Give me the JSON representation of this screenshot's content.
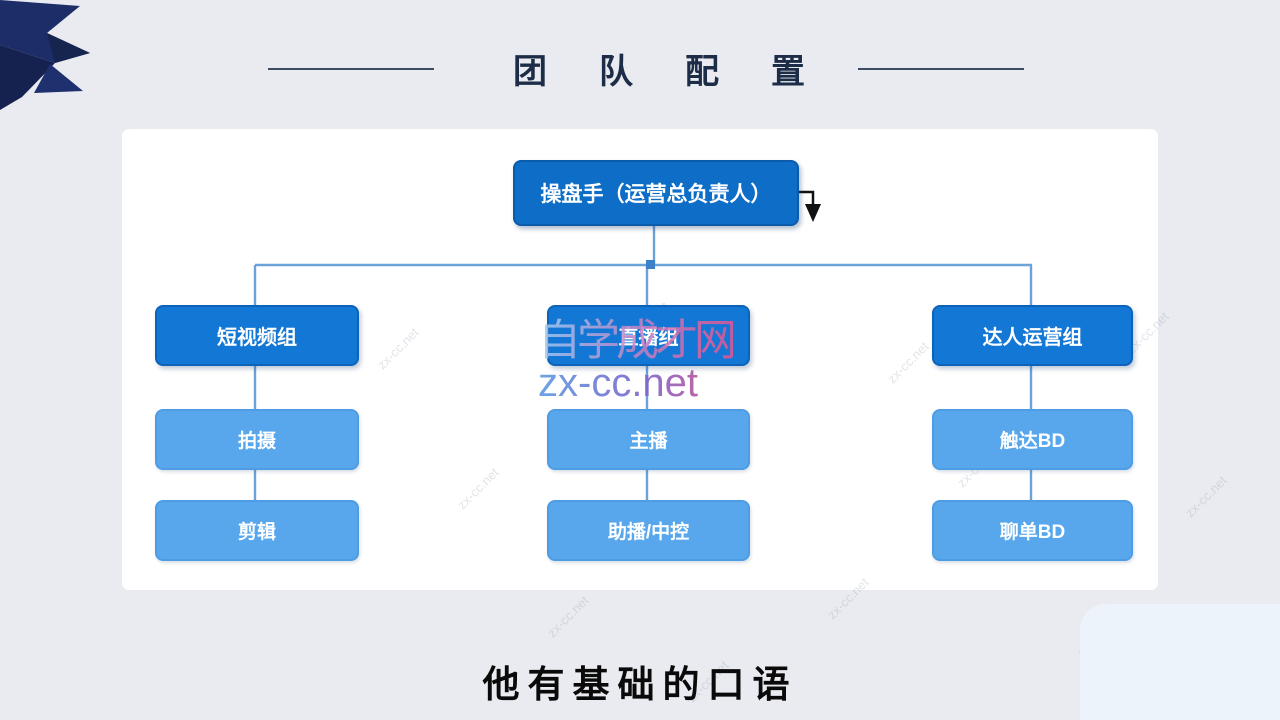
{
  "page": {
    "title": "团队配置",
    "subtitle": "他有基础的口语"
  },
  "org_chart": {
    "root": {
      "label": "操盘手（运营总负责人）"
    },
    "groups": [
      {
        "label": "短视频组",
        "children": [
          {
            "label": "拍摄"
          },
          {
            "label": "剪辑"
          }
        ]
      },
      {
        "label": "直播组",
        "children": [
          {
            "label": "主播"
          },
          {
            "label": "助播/中控"
          }
        ]
      },
      {
        "label": "达人运营组",
        "children": [
          {
            "label": "触达BD"
          },
          {
            "label": "聊单BD"
          }
        ]
      }
    ]
  },
  "watermark": {
    "brand": "自学成才网",
    "domain": "zx-cc.net",
    "tile": "zx-cc.net"
  },
  "colors": {
    "background": "#e9ebf1",
    "card": "#ffffff",
    "node_root": "#0d6dc7",
    "node_group": "#1377d6",
    "node_sub": "#58a7ec",
    "connector": "#6ba2d8",
    "title_text": "#1d2c47",
    "ribbon": "#1b2c66",
    "arrow": "#111111",
    "subtitle_text": "#0a0a0a"
  }
}
